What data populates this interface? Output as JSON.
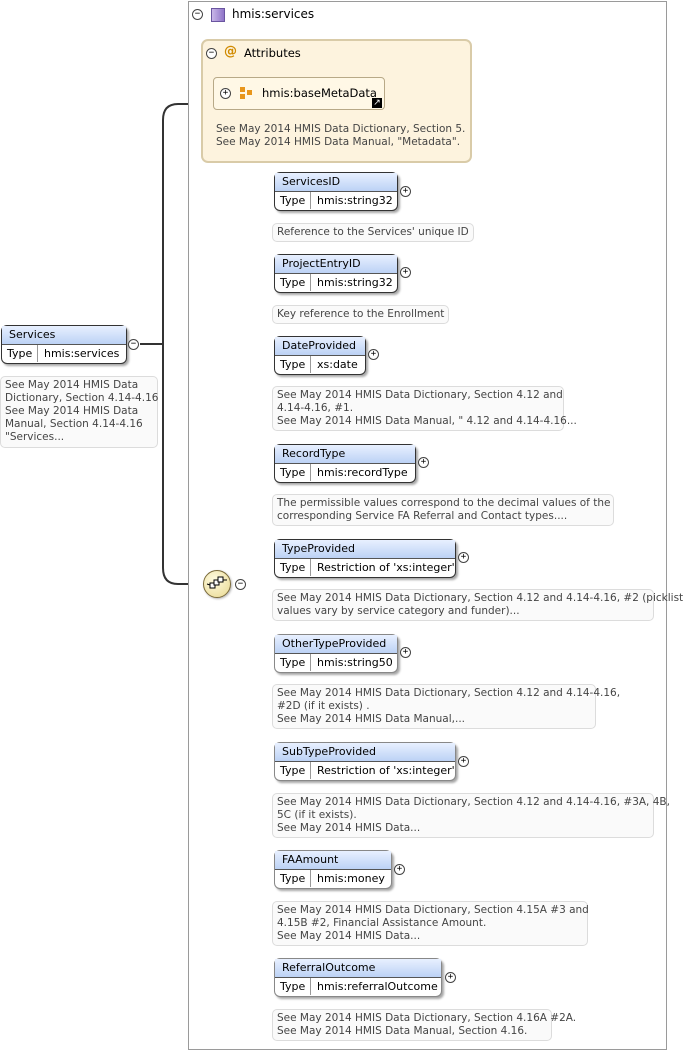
{
  "root": {
    "name": "Services",
    "type_label": "Type",
    "type_value": "hmis:services",
    "doc": [
      "See May 2014 HMIS Data",
      "Dictionary, Section 4.14-4.16",
      "See May 2014 HMIS Data",
      "Manual, Section 4.14-4.16",
      "\"Services..."
    ]
  },
  "complex_type": {
    "title": "hmis:services"
  },
  "attributes": {
    "title": "Attributes",
    "item": "hmis:baseMetaData",
    "doc": [
      "See May 2014 HMIS Data Dictionary, Section 5.",
      "See May 2014 HMIS Data Manual, \"Metadata\"."
    ]
  },
  "elements": [
    {
      "name": "ServicesID",
      "type_label": "Type",
      "type_value": "hmis:string32",
      "doc": [
        "Reference to the Services' unique ID"
      ]
    },
    {
      "name": "ProjectEntryID",
      "type_label": "Type",
      "type_value": "hmis:string32",
      "doc": [
        "Key reference to the Enrollment"
      ]
    },
    {
      "name": "DateProvided",
      "type_label": "Type",
      "type_value": "xs:date",
      "doc": [
        "See May 2014 HMIS Data Dictionary, Section 4.12 and",
        "4.14-4.16, #1.",
        "See May 2014 HMIS Data Manual, \" 4.12 and 4.14-4.16..."
      ]
    },
    {
      "name": "RecordType",
      "type_label": "Type",
      "type_value": "hmis:recordType",
      "doc": [
        "The permissible values correspond to the decimal values of the",
        "corresponding Service FA Referral and Contact types...."
      ]
    },
    {
      "name": "TypeProvided",
      "type_label": "Type",
      "type_value": "Restriction of 'xs:integer'",
      "doc": [
        "See May 2014 HMIS Data Dictionary, Section 4.12 and 4.14-4.16, #2 (picklist",
        "values vary by service category and funder)..."
      ]
    },
    {
      "name": "OtherTypeProvided",
      "type_label": "Type",
      "type_value": "hmis:string50",
      "doc": [
        "See May 2014 HMIS Data Dictionary, Section 4.12 and 4.14-4.16,",
        "#2D (if it exists) .",
        "See May 2014 HMIS Data Manual,..."
      ]
    },
    {
      "name": "SubTypeProvided",
      "type_label": "Type",
      "type_value": "Restriction of 'xs:integer'",
      "doc": [
        "See May 2014 HMIS Data Dictionary, Section 4.12 and 4.14-4.16, #3A, 4B,",
        "5C (if it exists).",
        "See May 2014 HMIS Data..."
      ]
    },
    {
      "name": "FAAmount",
      "type_label": "Type",
      "type_value": "hmis:money",
      "doc": [
        "See May 2014 HMIS Data Dictionary, Section 4.15A #3 and",
        "4.15B #2, Financial Assistance Amount.",
        "See May 2014 HMIS Data..."
      ]
    },
    {
      "name": "ReferralOutcome",
      "type_label": "Type",
      "type_value": "hmis:referralOutcome",
      "doc": [
        "See May 2014 HMIS Data Dictionary, Section 4.16A #2A.",
        "See May 2014 HMIS Data Manual, Section 4.16."
      ]
    }
  ],
  "icons": {
    "collapse": "minus-circle-icon",
    "expand": "plus-circle-icon",
    "complex_type": "complex-type-icon",
    "attribute_group": "attribute-group-icon",
    "link": "link-arrow-icon",
    "sequence": "sequence-compositor-icon"
  }
}
